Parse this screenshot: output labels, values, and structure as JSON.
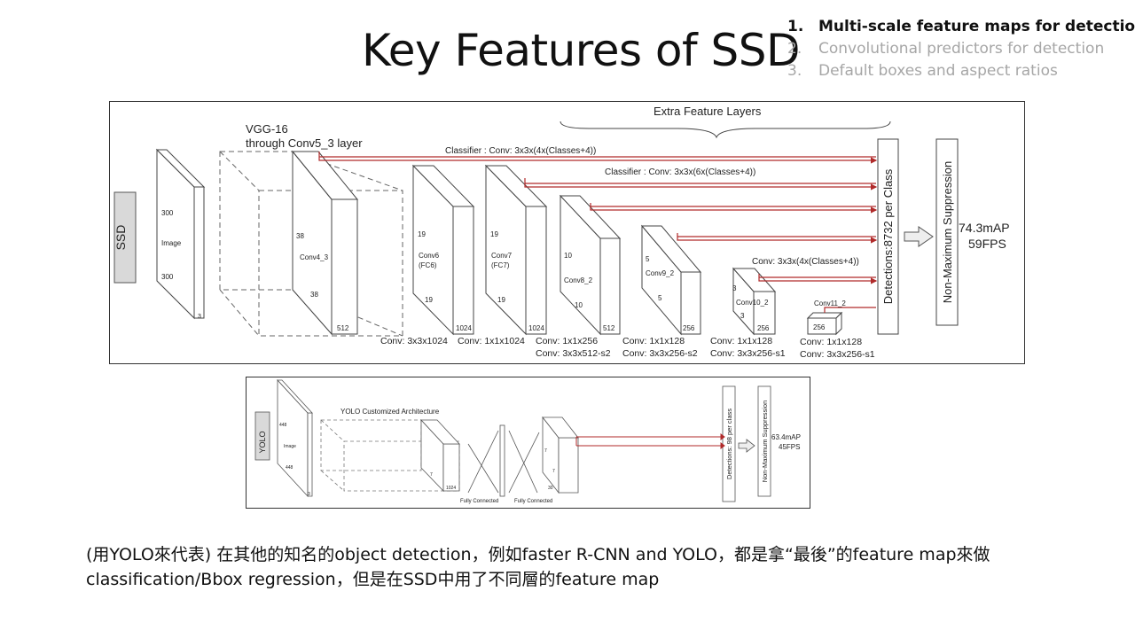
{
  "slide": {
    "title": "Key Features of SSD",
    "outline": [
      {
        "num": "1.",
        "label": "Multi-scale  feature maps for detection",
        "active": true
      },
      {
        "num": "2.",
        "label": "Convolutional predictors for detection",
        "active": false
      },
      {
        "num": "3.",
        "label": "Default boxes and aspect ratios",
        "active": false
      }
    ],
    "caption": "(用YOLO來代表) 在其他的知名的object detection，例如faster R-CNN and YOLO，都是拿“最後”的feature map來做classification/Bbox regression，但是在SSD中用了不同層的feature map"
  },
  "ssd": {
    "model_label": "SSD",
    "input": {
      "top": "300",
      "mid": "Image",
      "bottom": "300",
      "depth": "3"
    },
    "vgg_label_1": "VGG-16",
    "vgg_label_2": "through Conv5_3 layer",
    "extra_label": "Extra Feature Layers",
    "classifier_1": "Classifier : Conv: 3x3x(4x(Classes+4))",
    "classifier_2": "Classifier : Conv: 3x3x(6x(Classes+4))",
    "classifier_3": "Conv: 3x3x(4x(Classes+4))",
    "detections": "Detections:8732 per Class",
    "nms": "Non-Maximum Suppression",
    "map": "74.3mAP",
    "fps": "59FPS",
    "layers": [
      {
        "top": "38",
        "name": "Conv4_3",
        "bottom": "38",
        "depth": "512"
      },
      {
        "top": "19",
        "name": "Conv6",
        "name2": "(FC6)",
        "bottom": "19",
        "depth": "1024"
      },
      {
        "top": "19",
        "name": "Conv7",
        "name2": "(FC7)",
        "bottom": "19",
        "depth": "1024"
      },
      {
        "top": "10",
        "name": "Conv8_2",
        "bottom": "10",
        "depth": "512"
      },
      {
        "top": "5",
        "name": "Conv9_2",
        "bottom": "5",
        "depth": "256"
      },
      {
        "top": "3",
        "name": "Conv10_2",
        "bottom": "3",
        "depth": "256"
      },
      {
        "name": "Conv11_2",
        "depth": "256"
      }
    ],
    "convs": [
      {
        "l1": "Conv: 3x3x1024"
      },
      {
        "l1": "Conv: 1x1x1024"
      },
      {
        "l1": "Conv: 1x1x256",
        "l2": "Conv: 3x3x512-s2"
      },
      {
        "l1": "Conv: 1x1x128",
        "l2": "Conv: 3x3x256-s2"
      },
      {
        "l1": "Conv: 1x1x128",
        "l2": "Conv: 3x3x256-s1"
      },
      {
        "l1": "Conv: 1x1x128",
        "l2": "Conv: 3x3x256-s1"
      }
    ]
  },
  "yolo": {
    "model_label": "YOLO",
    "input": {
      "top": "448",
      "mid": "Image",
      "bottom": "448",
      "depth": "3"
    },
    "arch_label": "YOLO Customized Architecture",
    "b1": {
      "bottom": "7",
      "depth": "1024"
    },
    "fc1": "Fully Connected",
    "fc2": "Fully Connected",
    "b2": {
      "top": "7",
      "bottom": "7",
      "depth": "30"
    },
    "detections": "Detections: 98 per class",
    "nms": "Non-Maximum Suppression",
    "map": "63.4mAP",
    "fps": "45FPS"
  },
  "colors": {
    "arrow": "#b02a2a"
  }
}
